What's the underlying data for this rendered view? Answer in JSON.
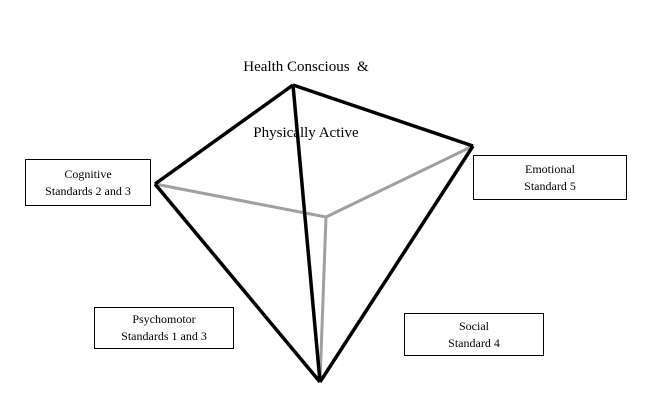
{
  "title": {
    "line1": "Health Conscious  &",
    "line2": "Physically Active"
  },
  "labels": {
    "cognitive": {
      "name": "Cognitive",
      "standard": "Standards 2 and 3"
    },
    "emotional": {
      "name": "Emotional",
      "standard": "Standard 5"
    },
    "psychomotor": {
      "name": "Psychomotor",
      "standard": "Standards 1 and 3"
    },
    "social": {
      "name": "Social",
      "standard": "Standard 4"
    }
  },
  "colors": {
    "outer_edges": "#000000",
    "hidden_edges": "#a0a0a0",
    "background": "#ffffff"
  }
}
